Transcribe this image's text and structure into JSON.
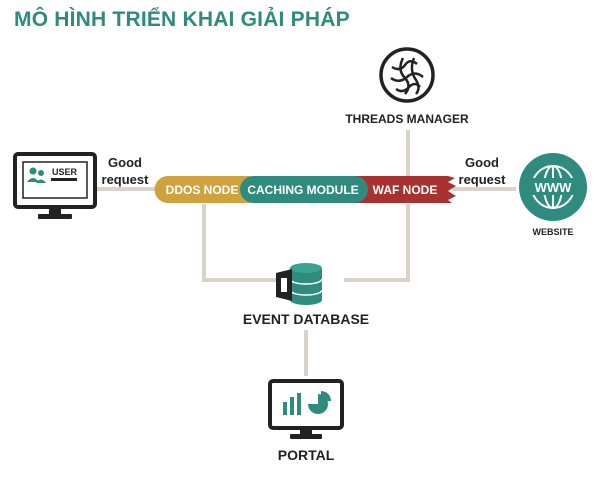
{
  "title": "MÔ HÌNH TRIỂN KHAI GIẢI PHÁP",
  "colors": {
    "title": "#2e8b7d",
    "ddos": "#d0a23e",
    "caching": "#2e8b7d",
    "waf": "#a8322f",
    "connector": "#d9d2c8",
    "icon": "#222222"
  },
  "nodes": {
    "user": {
      "label": "USER",
      "icon": "user-monitor-icon"
    },
    "good_request_left": {
      "line1": "Good",
      "line2": "request"
    },
    "ddos": {
      "label": "DDOS NODE"
    },
    "caching": {
      "label": "CACHING MODULE"
    },
    "waf": {
      "label": "WAF NODE"
    },
    "threads": {
      "label": "THREADS MANAGER",
      "icon": "threads-globe-icon"
    },
    "good_request_right": {
      "line1": "Good",
      "line2": "request"
    },
    "website": {
      "label": "WEBSITE",
      "icon": "www-globe-icon"
    },
    "event_db": {
      "label": "EVENT DATABASE",
      "icon": "database-icon"
    },
    "portal": {
      "label": "PORTAL",
      "icon": "portal-monitor-icon"
    }
  }
}
